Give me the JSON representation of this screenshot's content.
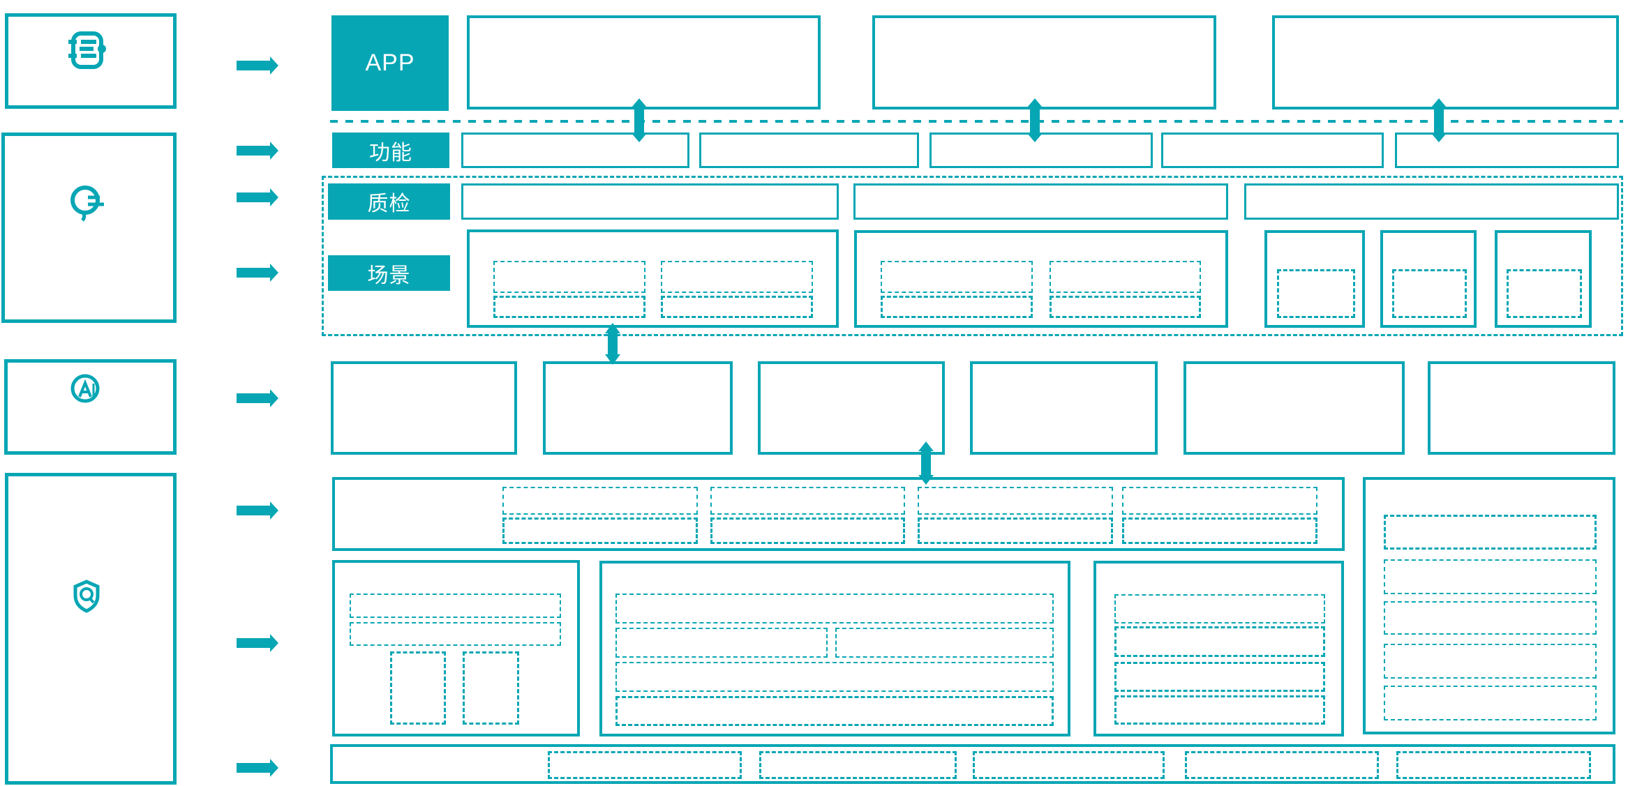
{
  "colors": {
    "accent": "#07a6b4",
    "background": "#ffffff",
    "label_text": "#ffffff"
  },
  "left_column": {
    "panels": [
      {
        "name": "log-panel",
        "icon": "log-list-icon"
      },
      {
        "name": "service-head-panel",
        "icon": "chat-head-icon"
      },
      {
        "name": "ai-head-panel",
        "icon": "ai-head-icon"
      },
      {
        "name": "quality-shield-panel",
        "icon": "shield-q-icon"
      }
    ]
  },
  "flow": {
    "row_labels": {
      "app": "APP",
      "function": "功能",
      "quality_check": "质检",
      "scene": "场景"
    }
  }
}
